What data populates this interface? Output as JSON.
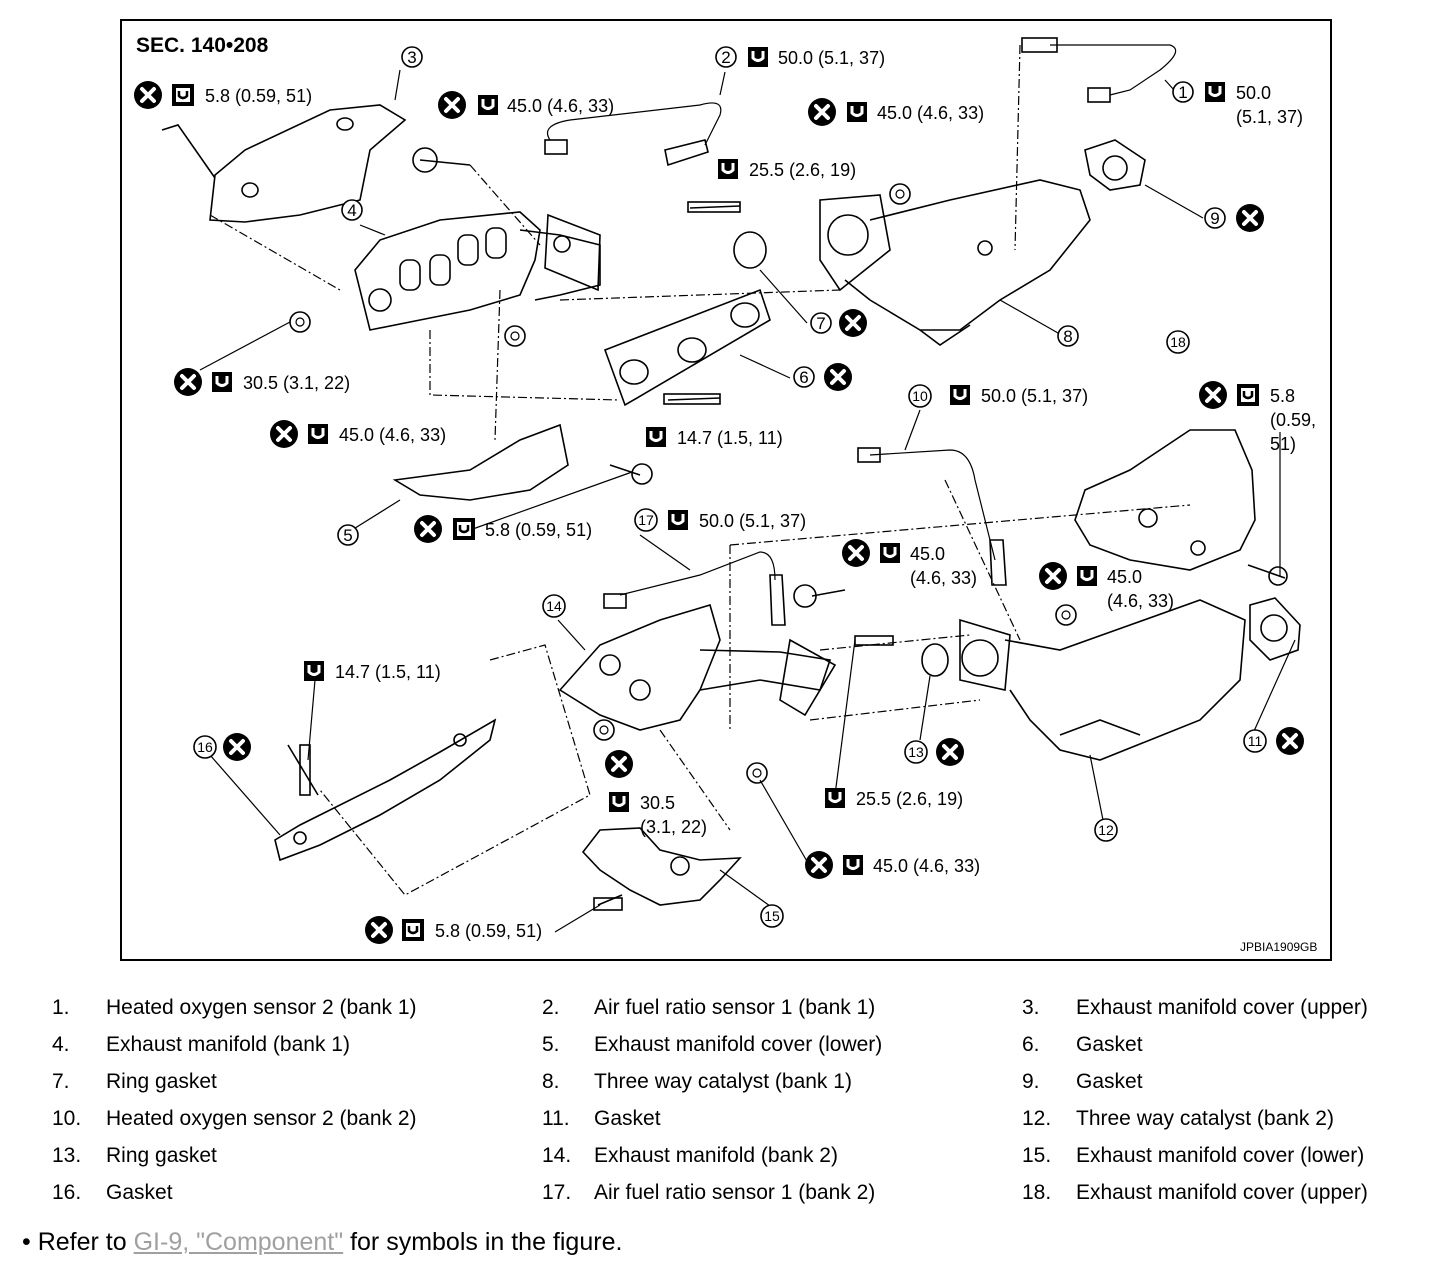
{
  "section_label": "SEC. 140•208",
  "figure_code": "JPBIA1909GB",
  "callouts": {
    "c1": "50.0",
    "c1b": "(5.1, 37)",
    "c2": "50.0 (5.1, 37)",
    "c3": "5.8 (0.59, 51)",
    "c4": "45.0 (4.6, 33)",
    "c5": "45.0 (4.6, 33)",
    "c6": "25.5 (2.6, 19)",
    "c7": "30.5 (3.1, 22)",
    "c8": "45.0 (4.6, 33)",
    "c9": "14.7 (1.5, 11)",
    "c10": "5.8 (0.59, 51)",
    "c11": "50.0 (5.1, 37)",
    "c12a": "5.8",
    "c12b": "(0.59,",
    "c12c": "51)",
    "c13": "50.0 (5.1, 37)",
    "c14a": "45.0",
    "c14b": "(4.6, 33)",
    "c15a": "45.0",
    "c15b": "(4.6, 33)",
    "c16": "14.7 (1.5, 11)",
    "c17a": "30.5",
    "c17b": "(3.1, 22)",
    "c18": "25.5 (2.6, 19)",
    "c19": "45.0 (4.6, 33)",
    "c20": "5.8 (0.59, 51)"
  },
  "part_numbers": [
    "1",
    "2",
    "3",
    "4",
    "5",
    "6",
    "7",
    "8",
    "9",
    "10",
    "11",
    "12",
    "13",
    "14",
    "15",
    "16",
    "17",
    "18"
  ],
  "legend": [
    {
      "num": "1.",
      "name": "Heated oxygen sensor 2 (bank 1)"
    },
    {
      "num": "2.",
      "name": "Air fuel ratio sensor 1 (bank 1)"
    },
    {
      "num": "3.",
      "name": "Exhaust manifold cover (upper)"
    },
    {
      "num": "4.",
      "name": "Exhaust manifold (bank 1)"
    },
    {
      "num": "5.",
      "name": "Exhaust manifold cover (lower)"
    },
    {
      "num": "6.",
      "name": "Gasket"
    },
    {
      "num": "7.",
      "name": "Ring gasket"
    },
    {
      "num": "8.",
      "name": "Three way catalyst (bank 1)"
    },
    {
      "num": "9.",
      "name": "Gasket"
    },
    {
      "num": "10.",
      "name": "Heated oxygen sensor 2 (bank 2)"
    },
    {
      "num": "11.",
      "name": "Gasket"
    },
    {
      "num": "12.",
      "name": "Three way catalyst (bank 2)"
    },
    {
      "num": "13.",
      "name": "Ring gasket"
    },
    {
      "num": "14.",
      "name": "Exhaust manifold (bank 2)"
    },
    {
      "num": "15.",
      "name": "Exhaust manifold cover (lower)"
    },
    {
      "num": "16.",
      "name": "Gasket"
    },
    {
      "num": "17.",
      "name": "Air fuel ratio sensor 1 (bank 2)"
    },
    {
      "num": "18.",
      "name": "Exhaust manifold cover (upper)"
    }
  ],
  "note": {
    "bullet": "•",
    "prefix": "Refer to",
    "link_text": "GI-9, \"Component\"",
    "suffix": "for symbols in the figure."
  }
}
